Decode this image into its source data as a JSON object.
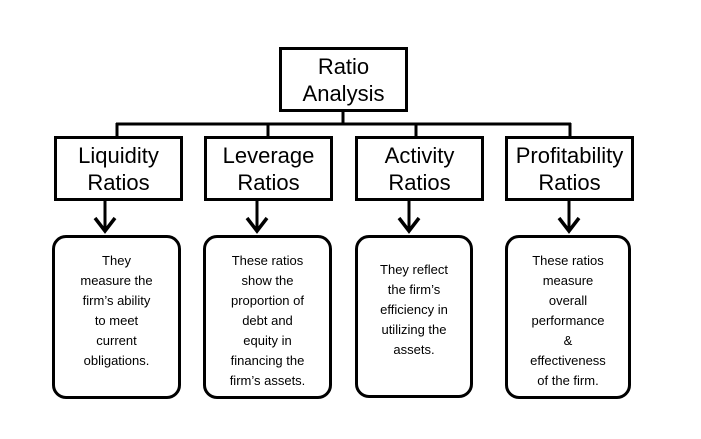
{
  "root": {
    "lines": [
      "Ratio",
      "Analysis"
    ]
  },
  "categories": [
    {
      "title_lines": [
        "Liquidity",
        "Ratios"
      ],
      "description_lines": [
        "They",
        "measure the",
        "firm’s ability",
        "to meet",
        "current",
        "obligations."
      ]
    },
    {
      "title_lines": [
        "Leverage",
        "Ratios"
      ],
      "description_lines": [
        "These ratios",
        "show the",
        "proportion of",
        "debt and",
        "equity in",
        "financing the",
        "firm’s assets."
      ]
    },
    {
      "title_lines": [
        "Activity",
        "Ratios"
      ],
      "description_lines": [
        "They reflect",
        "the firm’s",
        "efficiency in",
        "utilizing the",
        "assets."
      ]
    },
    {
      "title_lines": [
        "Profitability",
        "Ratios"
      ],
      "description_lines": [
        "These ratios",
        "measure",
        "overall",
        "performance",
        "&",
        "effectiveness",
        "of the firm."
      ]
    }
  ]
}
